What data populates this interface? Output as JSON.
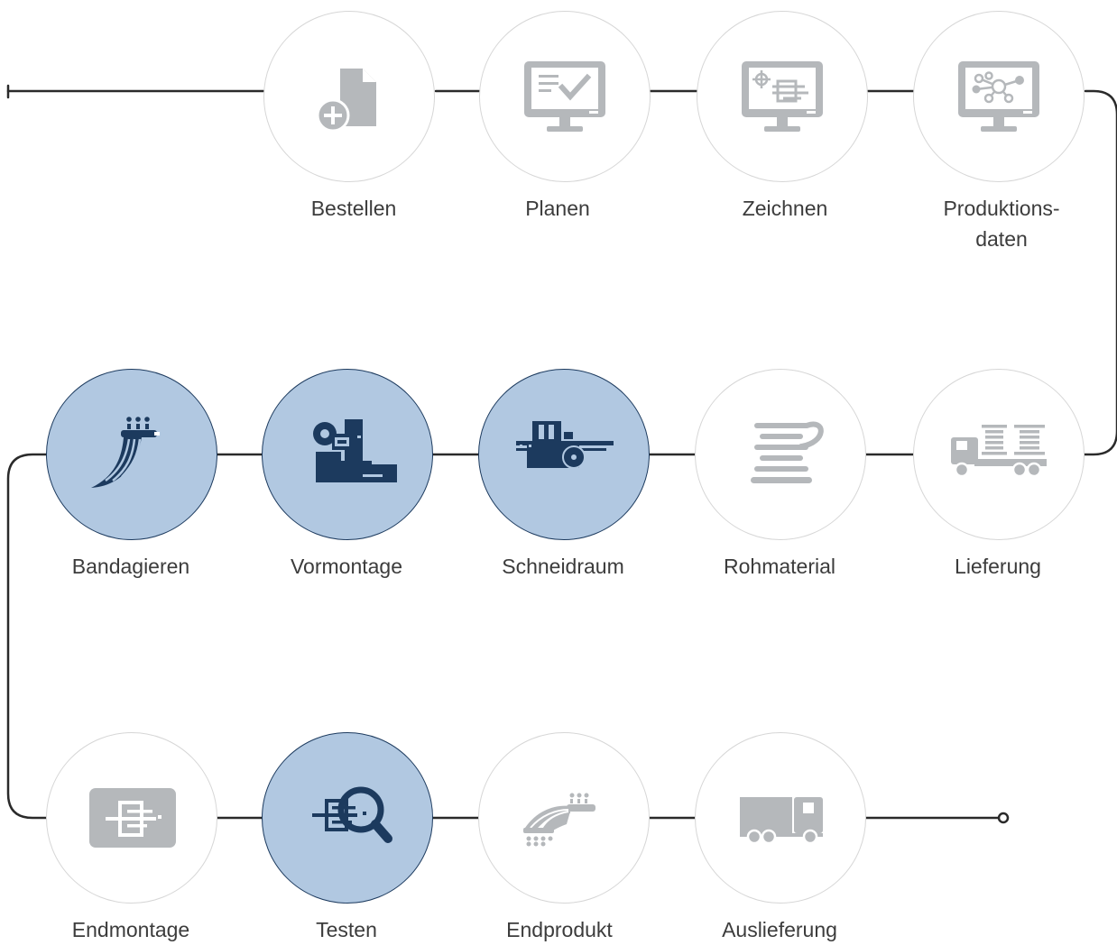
{
  "steps": {
    "bestellen": {
      "label": "Bestellen",
      "icon": "document-add-icon",
      "state": "inactive"
    },
    "planen": {
      "label": "Planen",
      "icon": "monitor-checklist-icon",
      "state": "inactive"
    },
    "zeichnen": {
      "label": "Zeichnen",
      "icon": "monitor-drawing-icon",
      "state": "inactive"
    },
    "produktionsdaten": {
      "label": "Produktions-\ndaten",
      "icon": "monitor-network-icon",
      "state": "inactive"
    },
    "bandagieren": {
      "label": "Bandagieren",
      "icon": "cable-bundle-icon",
      "state": "active"
    },
    "vormontage": {
      "label": "Vormontage",
      "icon": "assembly-machine-icon",
      "state": "active"
    },
    "schneidraum": {
      "label": "Schneidraum",
      "icon": "cutting-machine-icon",
      "state": "active"
    },
    "rohmaterial": {
      "label": "Rohmaterial",
      "icon": "cable-coil-icon",
      "state": "inactive"
    },
    "lieferung": {
      "label": "Lieferung",
      "icon": "truck-cargo-icon",
      "state": "inactive"
    },
    "endmontage": {
      "label": "Endmontage",
      "icon": "board-assembly-icon",
      "state": "inactive"
    },
    "testen": {
      "label": "Testen",
      "icon": "magnifier-board-icon",
      "state": "active"
    },
    "endprodukt": {
      "label": "Endprodukt",
      "icon": "wire-harness-icon",
      "state": "inactive"
    },
    "auslieferung": {
      "label": "Auslieferung",
      "icon": "truck-icon",
      "state": "inactive"
    }
  },
  "colors": {
    "active_fill": "#b1c8e1",
    "active_icon": "#1c3a5e",
    "inactive_icon": "#b5b8bb",
    "connector": "#2a2a2a",
    "circle_border": "#d6d6d6",
    "label_text": "#3c3c3c"
  }
}
